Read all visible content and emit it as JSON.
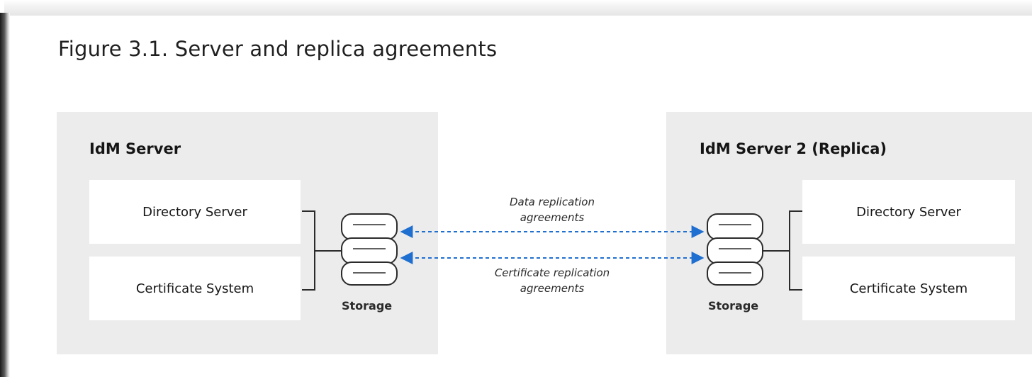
{
  "figure": {
    "title": "Figure 3.1. Server and replica agreements"
  },
  "left_server": {
    "title": "IdM Server",
    "components": [
      "Directory Server",
      "Certificate System"
    ],
    "storage_label": "Storage"
  },
  "right_server": {
    "title": "IdM Server 2 (Replica)",
    "components": [
      "Directory Server",
      "Certificate System"
    ],
    "storage_label": "Storage"
  },
  "links": {
    "data": {
      "line1": "Data replication",
      "line2": "agreements"
    },
    "certificate": {
      "line1": "Certificate replication",
      "line2": "agreements"
    }
  },
  "colors": {
    "panel": "#ececec",
    "box": "#ffffff",
    "arrow": "#1f6fd1",
    "line": "#2b2b2b"
  }
}
